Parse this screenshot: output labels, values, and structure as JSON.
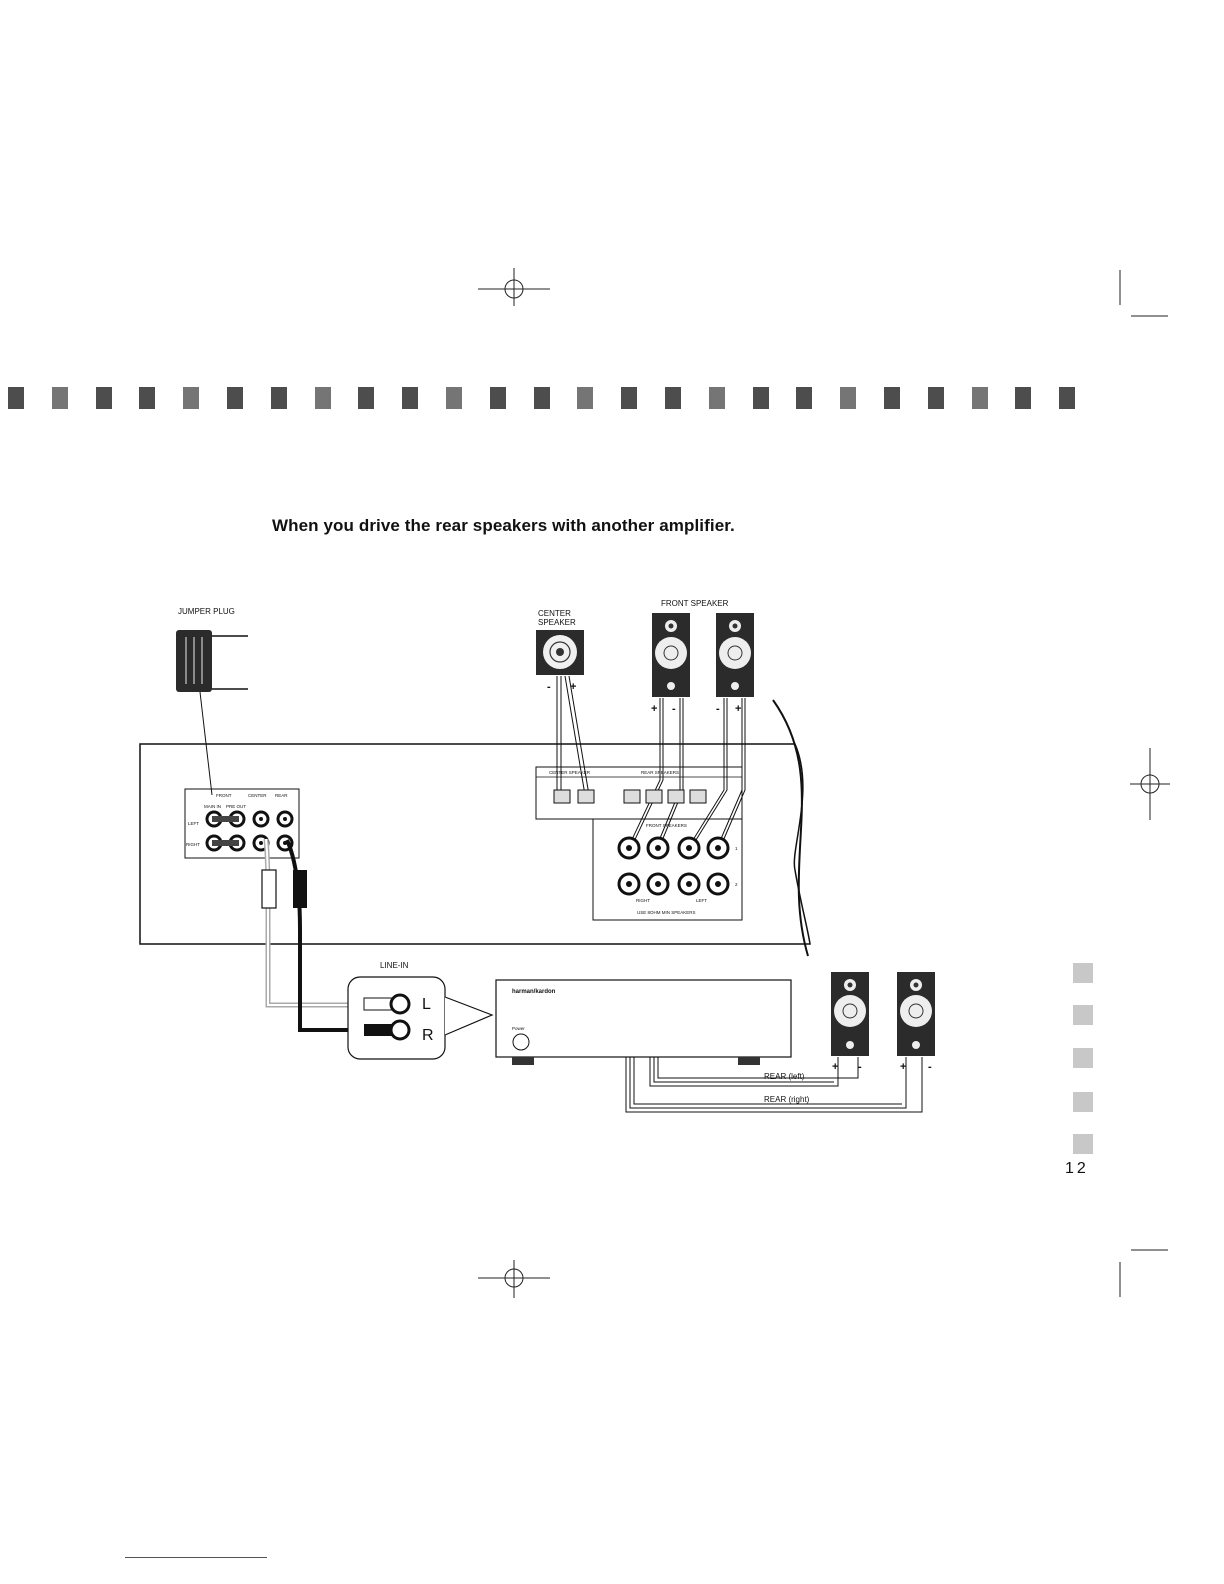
{
  "page": {
    "title": "When you drive the rear speakers with another amplifier.",
    "page_number": "12"
  },
  "diagram": {
    "labels": {
      "jumper_plug": "JUMPER PLUG",
      "center_speaker_line1": "CENTER",
      "center_speaker_line2": "SPEAKER",
      "front_speaker": "FRONT SPEAKER",
      "line_in": "LINE-IN",
      "line_in_left": "L",
      "line_in_right": "R",
      "amp_brand": "harman/kardon",
      "amp_power": "Power",
      "rear_left": "REAR (left)",
      "rear_right": "REAR (right)"
    },
    "preamp_panel": {
      "front": "FRONT",
      "center": "CENTER",
      "rear": "REAR",
      "main_in": "MAIN IN",
      "pre_out": "PRE OUT",
      "left": "LEFT",
      "right": "RIGHT"
    },
    "terminal_panel": {
      "center_speaker": "CENTER SPEAKER",
      "rear_speakers": "REAR SPEAKERS",
      "front_speakers": "FRONT SPEAKERS",
      "right": "RIGHT",
      "left": "LEFT",
      "row1": "1",
      "row2": "2",
      "use_note": "USE 8OHM MIN SPEAKERS"
    },
    "polarity": {
      "plus": "+",
      "minus": "-"
    }
  }
}
